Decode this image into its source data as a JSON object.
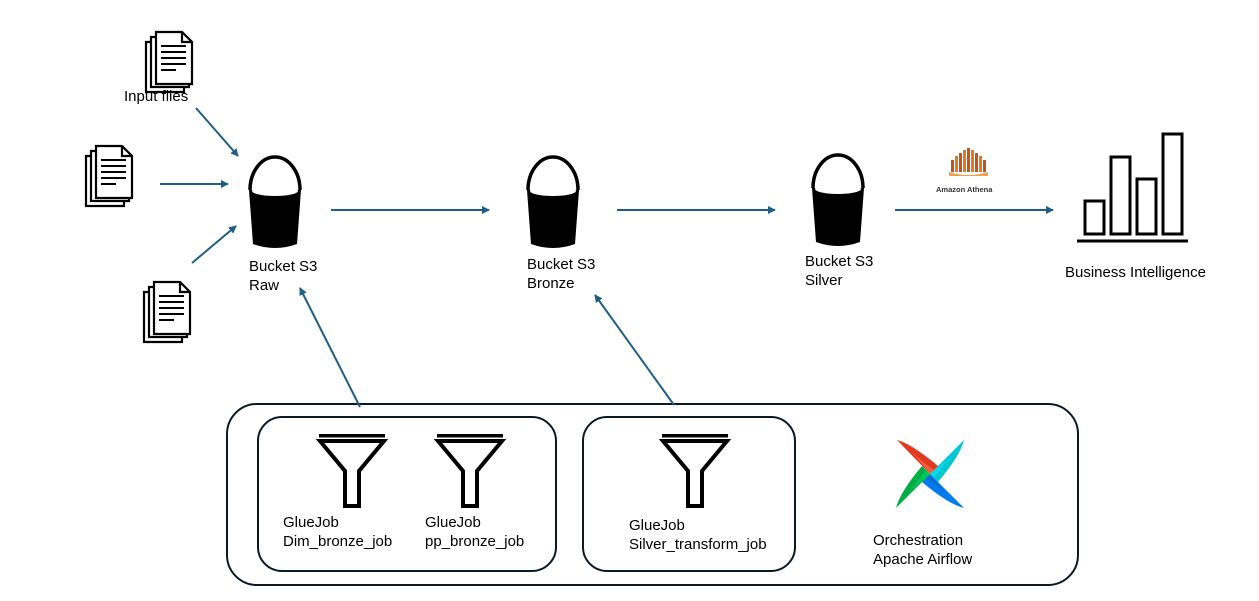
{
  "input_files": {
    "label": "Input files"
  },
  "buckets": [
    {
      "id": "raw",
      "line1": "Bucket S3",
      "line2": "Raw"
    },
    {
      "id": "bronze",
      "line1": "Bucket S3",
      "line2": "Bronze"
    },
    {
      "id": "silver",
      "line1": "Bucket S3",
      "line2": "Silver"
    }
  ],
  "athena": {
    "label": "Amazon Athena",
    "icon": "amazon-athena-icon",
    "color": "#e07b1f"
  },
  "bi": {
    "label": "Business Intelligence",
    "icon": "bar-chart-icon"
  },
  "jobs": [
    {
      "line1": "GlueJob",
      "line2": "Dim_bronze_job",
      "icon": "filter-icon"
    },
    {
      "line1": "GlueJob",
      "line2": "pp_bronze_job",
      "icon": "filter-icon"
    },
    {
      "line1": "GlueJob",
      "line2": "Silver_transform_job",
      "icon": "filter-icon"
    }
  ],
  "orchestration": {
    "line1": "Orchestration",
    "line2": "Apache Airflow",
    "icon": "apache-airflow-icon"
  },
  "colors": {
    "arrow": "#1f5f84",
    "stroke": "#0a1a24"
  }
}
